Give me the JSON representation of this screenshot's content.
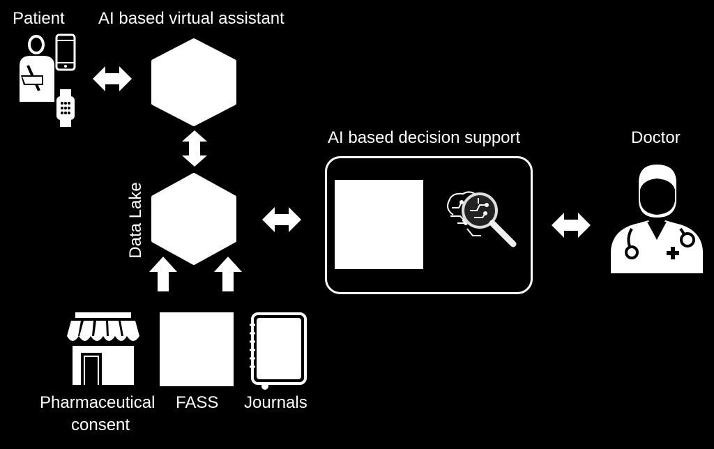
{
  "labels": {
    "patient": "Patient",
    "virtual_assistant": "AI based virtual assistant",
    "data_lake": "Data Lake",
    "decision_support": "AI based decision support",
    "doctor": "Doctor",
    "pharmaceutical_line1": "Pharmaceutical",
    "pharmaceutical_line2": "consent",
    "fass": "FASS",
    "journals": "Journals"
  },
  "colors": {
    "background": "#000000",
    "foreground": "#ffffff"
  },
  "icons": {
    "patient": "patient-injured-arm-icon",
    "phone": "smartphone-icon",
    "watch": "smartwatch-icon",
    "doctor": "doctor-stethoscope-icon",
    "store": "storefront-icon",
    "journal": "notebook-icon",
    "ai_magnifier": "ai-brain-magnifier-icon"
  }
}
